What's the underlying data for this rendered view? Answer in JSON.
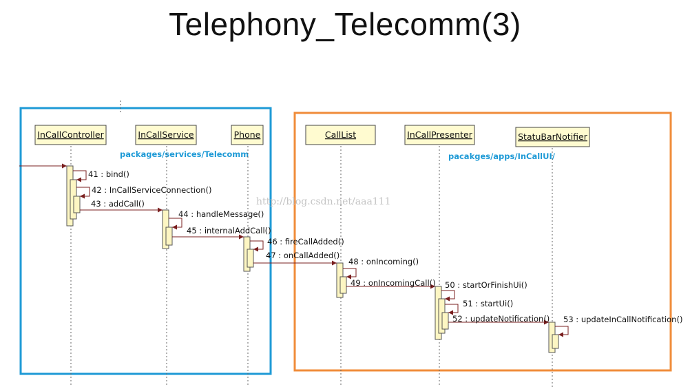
{
  "title": "Telephony_Telecomm(3)",
  "colors": {
    "blue_frame": "#1e9ad6",
    "orange_frame": "#f08c3a",
    "message_arrow": "#7a1f1f",
    "activation_fill": "#fdf6c3",
    "object_fill": "#fffbd0"
  },
  "frames": [
    {
      "name": "telecomm",
      "package_label": "packages/services/Telecomm",
      "color": "#1e9ad6"
    },
    {
      "name": "incallui",
      "package_label": "pacakges/apps/InCallUI/",
      "color": "#f08c3a"
    }
  ],
  "objects": [
    "InCallController",
    "InCallService",
    "Phone",
    "CallList",
    "InCallPresenter",
    "StatuBarNotifier"
  ],
  "messages": [
    "41 : bind()",
    "42 : InCallServiceConnection()",
    "43 : addCall()",
    "44 : handleMessage()",
    "45 : internalAddCall()",
    "46 : fireCallAdded()",
    "47 : onCallAdded()",
    "48 : onIncoming()",
    "49 : onIncomingCall()",
    "50 : startOrFinishUi()",
    "51 : startUi()",
    "52 : updateNotification()",
    "53 : updateInCallNotification()"
  ],
  "watermark": "http://blog.csdn.net/aaa111"
}
